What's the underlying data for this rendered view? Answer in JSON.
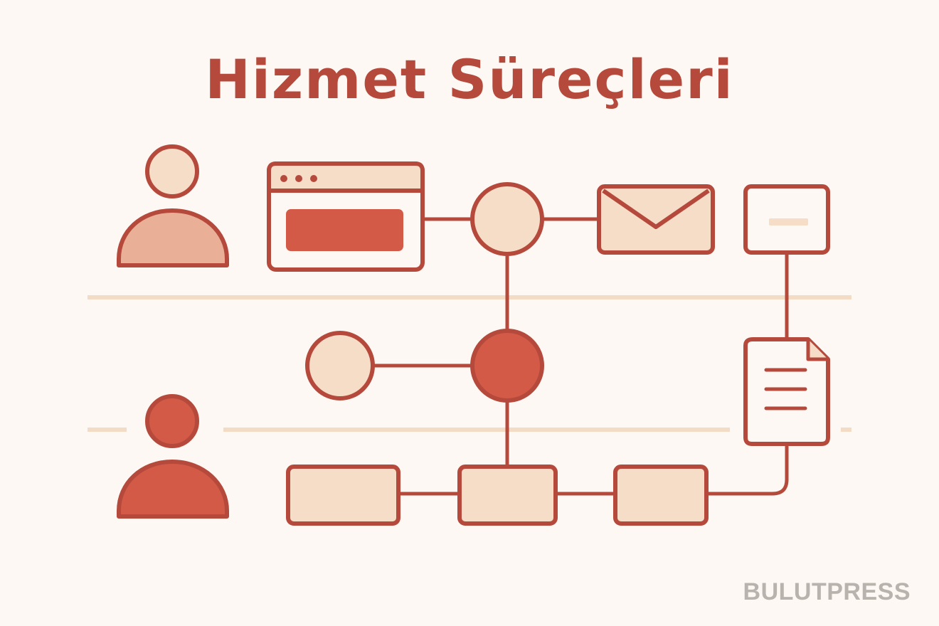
{
  "title": "Hizmet Süreçleri",
  "watermark": "BULUTPRESS",
  "colors": {
    "background": "#fdf8f3",
    "stroke": "#b54a3c",
    "accent": "#d35a47",
    "light_fill": "#f5ddc7",
    "person_top_fill": "#e9af97",
    "lane_divider": "#f3dcc5"
  },
  "diagram": {
    "lanes": [
      {
        "id": "lane-top",
        "actor_icon": "person-light-icon"
      },
      {
        "id": "lane-bottom",
        "actor_icon": "person-accent-icon"
      }
    ],
    "nodes": [
      {
        "id": "browser-window",
        "shape": "browser-window-icon"
      },
      {
        "id": "circle-top",
        "shape": "circle"
      },
      {
        "id": "envelope",
        "shape": "envelope-icon"
      },
      {
        "id": "small-box-top-right",
        "shape": "rounded-box"
      },
      {
        "id": "circle-mid-left",
        "shape": "circle"
      },
      {
        "id": "circle-mid-center",
        "shape": "circle-filled"
      },
      {
        "id": "document",
        "shape": "document-icon"
      },
      {
        "id": "box-bottom-1",
        "shape": "rounded-box"
      },
      {
        "id": "box-bottom-2",
        "shape": "rounded-box"
      },
      {
        "id": "box-bottom-3",
        "shape": "rounded-box"
      }
    ],
    "edges": [
      [
        "browser-window",
        "circle-top"
      ],
      [
        "circle-top",
        "envelope"
      ],
      [
        "circle-top",
        "circle-mid-center"
      ],
      [
        "circle-mid-left",
        "circle-mid-center"
      ],
      [
        "circle-mid-center",
        "box-bottom-2"
      ],
      [
        "box-bottom-1",
        "box-bottom-2"
      ],
      [
        "box-bottom-2",
        "box-bottom-3"
      ],
      [
        "box-bottom-3",
        "document"
      ],
      [
        "document",
        "small-box-top-right"
      ]
    ]
  }
}
